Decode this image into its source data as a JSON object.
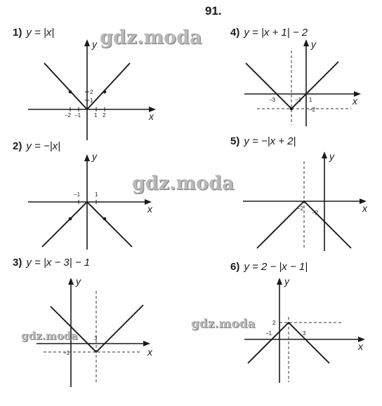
{
  "problem_number": "91.",
  "graphs": [
    {
      "num": "1)",
      "equation": "y = |x|",
      "axis_x": "x",
      "axis_y": "y",
      "ticks": {
        "x1": "−2",
        "x2": "−1",
        "x3": "1",
        "x4": "2",
        "y1": "2",
        "y2": "1"
      }
    },
    {
      "num": "4)",
      "equation": "y = |x + 1| − 2",
      "axis_x": "x",
      "axis_y": "y",
      "ticks": {
        "x1": "−3",
        "x2": "−1",
        "x3": "1",
        "y1": "−2"
      }
    },
    {
      "num": "2)",
      "equation": "y = −|x|",
      "axis_x": "x",
      "axis_y": "y",
      "ticks": {
        "x1": "−1",
        "x2": "1"
      }
    },
    {
      "num": "5)",
      "equation": "y = −|x + 2|",
      "axis_x": "x",
      "axis_y": "y",
      "ticks": {
        "x1": "−2",
        "y1": "−2"
      }
    },
    {
      "num": "3)",
      "equation": "y = |x − 3| − 1",
      "axis_x": "x",
      "axis_y": "y",
      "ticks": {
        "x1": "3",
        "y1": "−1"
      }
    },
    {
      "num": "6)",
      "equation": "y = 2 − |x − 1|",
      "axis_x": "x",
      "axis_y": "y",
      "ticks": {
        "x1": "−1",
        "x2": "3",
        "y1": "2"
      }
    }
  ],
  "watermark": "gdz.moda"
}
